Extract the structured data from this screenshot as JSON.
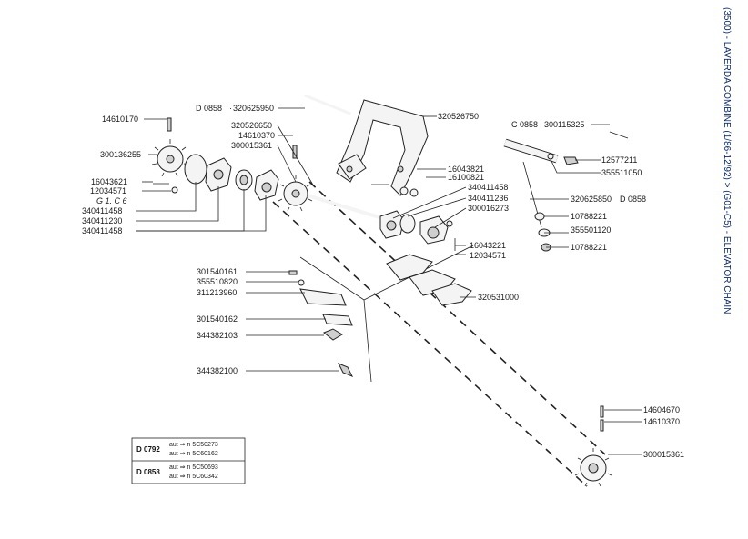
{
  "title": "(3500) - LAVERDA COMBINE (1/86-12/92) > (G01-C5) - ELEVATOR CHAIN",
  "colors": {
    "title": "#0a2a6a",
    "ink": "#222222"
  },
  "labels": {
    "p14610170": "14610170",
    "p300136255": "300136255",
    "p16043621": "16043621",
    "p12034571a": "12034571",
    "g1c6": "G 1. C 6",
    "p340411458a": "340411458",
    "p340411230": "340411230",
    "p340411458b": "340411458",
    "d0858a": "D 0858",
    "p320625950": "320625950",
    "p320526650": "320526650",
    "p14610370a": "14610370",
    "p300015361a": "300015361",
    "p320526750": "320526750",
    "c0858": "C 0858",
    "p300115325": "300115325",
    "p12577211": "12577211",
    "p355511050": "355511050",
    "p16043821": "16043821",
    "p16100821": "16100821",
    "p340411458c": "340411458",
    "p340411236": "340411236",
    "p300016273": "300016273",
    "p320625850": "320625850",
    "d0858b": "D 0858",
    "p10788221a": "10788221",
    "p355501120": "355501120",
    "p10788221b": "10788221",
    "p16043221": "16043221",
    "p12034571b": "12034571",
    "p301540161": "301540161",
    "p355510820": "355510820",
    "p311213960": "311213960",
    "p301540162": "301540162",
    "p344382103": "344382103",
    "p344382100": "344382100",
    "p320531000": "320531000",
    "p14604670": "14604670",
    "p14610370b": "14610370",
    "p300015361b": "300015361"
  },
  "legend_box": {
    "rows": [
      {
        "code": "D 0792",
        "lines": [
          "aut  ⇒ n  5C50273",
          "aut  ⇒ n  5C60162"
        ]
      },
      {
        "code": "D 0858",
        "lines": [
          "aut  ⇒ n  5C50693",
          "aut  ⇒ n  5C60342"
        ]
      }
    ]
  }
}
